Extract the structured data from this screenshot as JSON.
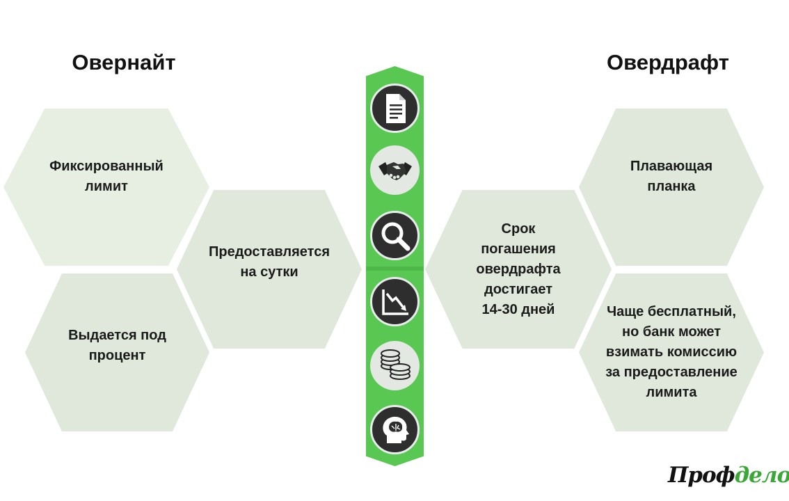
{
  "titles": {
    "left": "Овернайт",
    "right": "Овердрафт"
  },
  "left": {
    "fixed_limit": "Фиксированный\nлимит",
    "interest": "Выдается под\nпроцент",
    "daily": "Предоставляется\nна сутки"
  },
  "right": {
    "term": "Срок\nпогашения\nовердрафта\nдостигает\n14-30 дней",
    "floating": "Плавающая\nпланка",
    "commission": "Чаще бесплатный,\nно банк может\nвзимать комиссию\nза предоставление\nлимита"
  },
  "icons": [
    "document-icon",
    "handshake-icon",
    "magnifier-icon",
    "declining-chart-icon",
    "coins-icon",
    "brain-head-icon"
  ],
  "colors": {
    "strip": "#59c853",
    "hex_fill": "#dfe8db",
    "icon_dark": "#2e2e2e",
    "logo_accent": "#3aa836"
  },
  "logo": {
    "part1": "Проф",
    "part2": "дело"
  }
}
